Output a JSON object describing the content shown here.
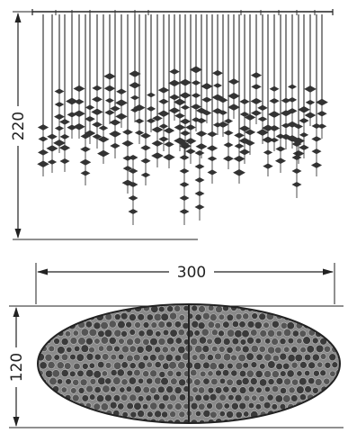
{
  "drawing": {
    "height_dimension": "220",
    "width_dimension": "300",
    "depth_dimension": "120"
  },
  "colors": {
    "line": "#222222",
    "rod": "#555555",
    "crystal": "#333333",
    "grey_fill": "#8a8a8a"
  }
}
